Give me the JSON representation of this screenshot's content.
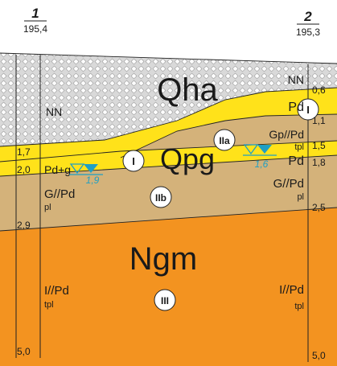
{
  "boreholes": [
    {
      "id": "1",
      "elevation": "195,4"
    },
    {
      "id": "2",
      "elevation": "195,3"
    }
  ],
  "layers": {
    "quaternary_anthropogenic": "Qha",
    "quaternary_pleistocene": "Qpg",
    "neogene": "Ngm"
  },
  "units": [
    "I",
    "IIa",
    "I",
    "IIb",
    "III"
  ],
  "soil_labels": {
    "left_nn": "NN",
    "right_nn": "NN",
    "left_pd_g": "Pd+g",
    "left_g_pd": "G//Pd",
    "left_g_pd_sub": "pl",
    "left_i_pd": "I//Pd",
    "left_i_pd_sub": "tpl",
    "right_pd_upper": "Pd",
    "right_gp_pd": "Gp//Pd",
    "right_gp_pd_sub": "tpl",
    "right_pd_lower": "Pd",
    "right_g_pd": "G//Pd",
    "right_g_pd_sub": "pl",
    "right_i_pd": "I//Pd",
    "right_i_pd_sub": "tpl"
  },
  "depths_left": [
    "1,7",
    "2,0",
    "2,9",
    "5,0"
  ],
  "depths_right": [
    "0,6",
    "1,1",
    "1,5",
    "1,8",
    "2,5",
    "5,0"
  ],
  "water_levels": {
    "left": "1,9",
    "right": "1,6"
  },
  "colors": {
    "fill_topsoil": "#d9d9d9",
    "fill_sand_yellow": "#ffe21a",
    "fill_gravel_tan": "#d4b27a",
    "fill_neogene_orange": "#f39320",
    "water_blue": "#1f9fc4"
  }
}
